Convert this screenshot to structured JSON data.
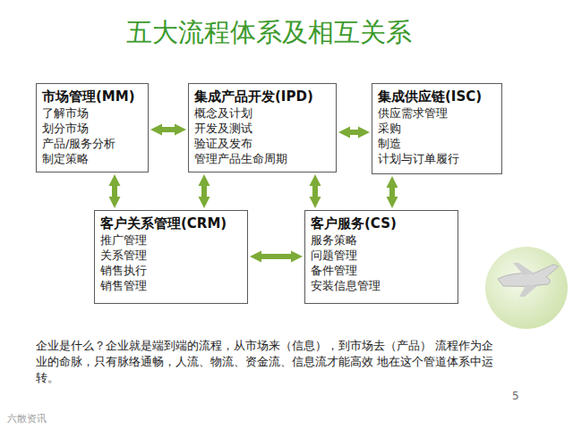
{
  "diagram": {
    "title": "五大流程体系及相互关系",
    "caption": "企业是什么？企业就是端到端的流程，从市场来（信息），到市场去（产品） 流程作为企业的命脉，只有脉络通畅，人流、物流、资金流、信息流才能高效 地在这个管道体系中运转。",
    "nodes": [
      {
        "text": [
          "市场管理(MM)",
          "了解市场",
          "划分市场",
          "产品/服务分析",
          "制定策略"
        ]
      },
      {
        "text": [
          "集成产品开发(IPD)",
          "概念及计划",
          "开发及测试",
          "验证及发布",
          "管理产品生命周期"
        ]
      },
      {
        "text": [
          "集成供应链(ISC)",
          "供应需求管理",
          "采购",
          "制造",
          "计划与订单履行"
        ]
      },
      {
        "text": [
          "客户关系管理(CRM)",
          "推广管理",
          "关系管理",
          "销售执行",
          "销售管理"
        ]
      },
      {
        "text": [
          "客户服务(CS)",
          "服务策略",
          "问题管理",
          "备件管理",
          "安装信息管理"
        ]
      }
    ],
    "edges": [
      {
        "from": 0,
        "to": 1,
        "arrow": "both"
      },
      {
        "from": 1,
        "to": 2,
        "arrow": "both"
      },
      {
        "from": 0,
        "to": 3,
        "arrow": "both"
      },
      {
        "from": 1,
        "to": 3,
        "arrow": "both"
      },
      {
        "from": 1,
        "to": 4,
        "arrow": "both"
      },
      {
        "from": 2,
        "to": 4,
        "arrow": "both"
      },
      {
        "from": 3,
        "to": 4,
        "arrow": "both"
      }
    ],
    "labels": [
      "5",
      "六散资讯"
    ]
  }
}
